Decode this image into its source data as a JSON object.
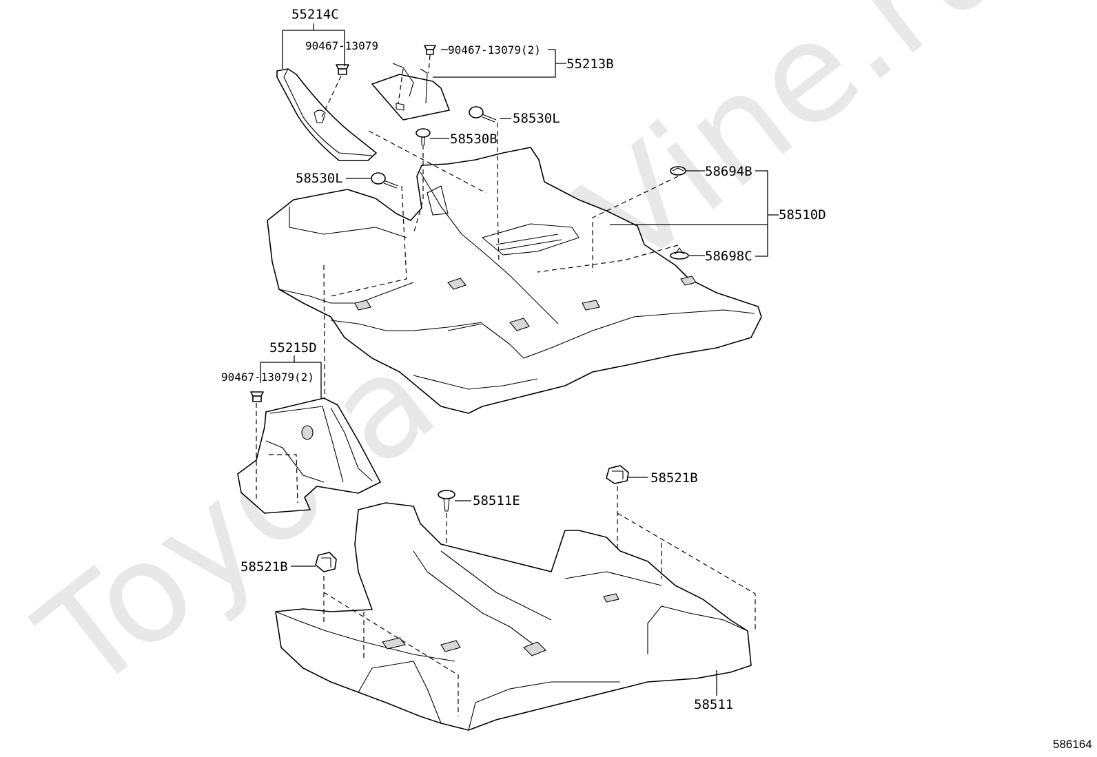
{
  "diagram": {
    "watermark": "ToyotaCarVine.ru",
    "reference_number": "586164",
    "callouts": {
      "c55214C": "55214C",
      "c90467_a": "90467-13079",
      "c90467_b": "90467-13079(2)",
      "c55213B": "55213B",
      "c58530L_top": "58530L",
      "c58530B": "58530B",
      "c58530L_left": "58530L",
      "c58694B": "58694B",
      "c58510D": "58510D",
      "c58698C": "58698C",
      "c55215D": "55215D",
      "c90467_c": "90467-13079(2)",
      "c58521B_right": "58521B",
      "c58511E": "58511E",
      "c58521B_left": "58521B",
      "c58511": "58511"
    }
  }
}
